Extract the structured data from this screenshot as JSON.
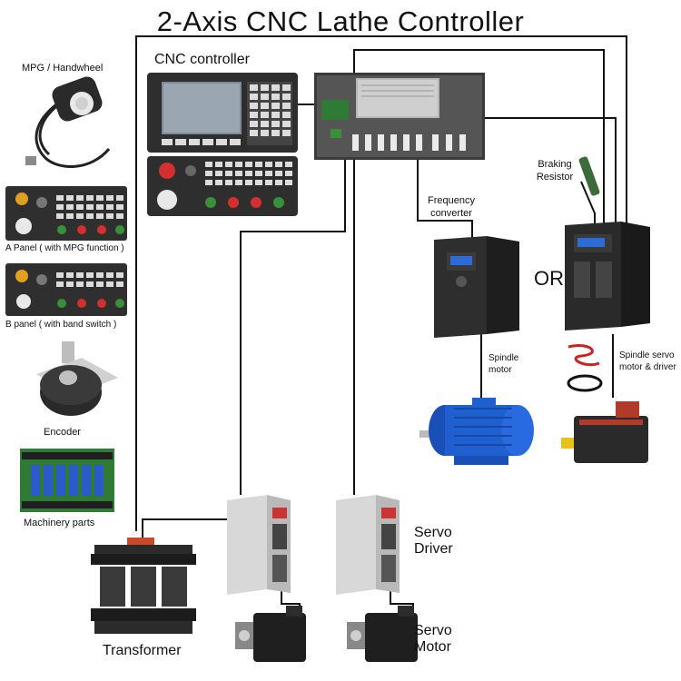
{
  "title": "2-Axis CNC Lathe Controller",
  "labels": {
    "cnc_controller": "CNC controller",
    "mpg": "MPG / Handwheel",
    "a_panel": "A Panel ( with MPG function )",
    "b_panel": "B panel ( with band switch )",
    "encoder": "Encoder",
    "machinery_parts": "Machinery parts",
    "transformer": "Transformer",
    "servo_driver": "Servo Driver",
    "servo_motor": "Servo Motor",
    "frequency_converter": "Frequency converter",
    "braking_resistor": "Braking Resistor",
    "or": "OR",
    "spindle_motor": "Spindle motor",
    "spindle_servo": "Spindle servo motor & driver"
  },
  "colors": {
    "wire": "#111111",
    "motor_blue": "#1f5fd0",
    "panel_dark": "#2b2b2b",
    "driver_silver": "#d8d8d8",
    "pcb_green": "#2f7a35",
    "relay_blue": "#2a5bc8",
    "resistor_green": "#3c6b3a",
    "servo_red": "#b23a2a",
    "servo_yellow": "#e6c21a"
  },
  "icons": [
    "handwheel-icon",
    "encoder-icon",
    "relay-board-icon",
    "transformer-icon",
    "servo-driver-icon",
    "servo-motor-icon",
    "inverter-icon",
    "spindle-motor-icon",
    "spindle-servo-driver-icon",
    "braking-resistor-icon",
    "electrical-cabinet-icon",
    "cnc-panel-icon"
  ]
}
